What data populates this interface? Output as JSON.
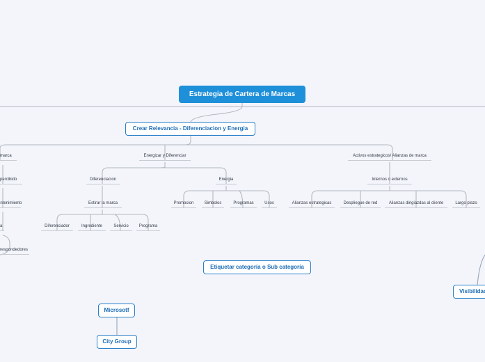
{
  "root": {
    "label": "Estrategia de Cartera de Marcas"
  },
  "main": {
    "label": "Crear Relevancia - Diferenciacion y Energia"
  },
  "branches": {
    "left_marca": "marca",
    "percibido": "percibido",
    "mantenimiento": "mantenimiento",
    "left_a": "a",
    "respondedores": "respondedores",
    "energizar": "Energizar y Diferenciar",
    "diferenciacion": "Diferenciacion",
    "estirar": "Estirar la marca",
    "diferenciador": "Diferenciador",
    "ingrediente": "Ingrediente",
    "servicio": "Servicio",
    "programa": "Programa",
    "energia": "Energia",
    "promocion": "Promocion",
    "simbolos": "Simbolos",
    "programas": "Programas",
    "usos": "Usos",
    "activos": "Activos estrategicos/ Alianzas de marca",
    "internos": "Internos o externos",
    "alianzas": "Alianzas estrategicas",
    "despliegue": "Despliegue de red",
    "alianzas_cliente": "Alianzas dirigiazdas al cliente",
    "largo_plazo": "Largo plazo"
  },
  "floating": {
    "etiquetar": "Etiquetar categoría o Sub categoría",
    "microsoft": "Microsotf",
    "city_group": "City Group",
    "visibilidad": "Visibilidad"
  },
  "colors": {
    "root_bg": "#1e8fd9",
    "accent": "#2a7fc9",
    "line": "#b3b7bf",
    "background": "#f3f5fb"
  }
}
